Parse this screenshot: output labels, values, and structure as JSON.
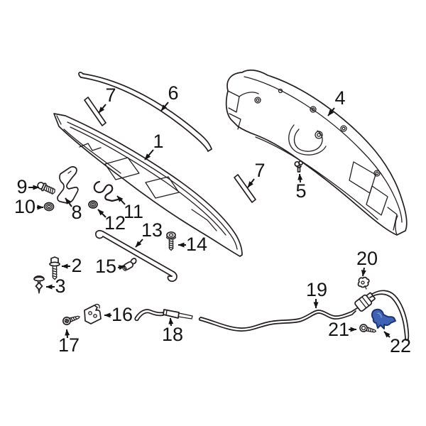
{
  "diagram": {
    "type": "exploded-parts-diagram",
    "subject": "Hood components diagram with numbered callouts",
    "background": "#ffffff",
    "line_color": "#231f20",
    "label_color": "#141414",
    "highlight_fill": "#3f62b5",
    "highlight_outline": "#1c3473",
    "highlighted_callout": "22",
    "callouts": [
      {
        "label": "1"
      },
      {
        "label": "2"
      },
      {
        "label": "3"
      },
      {
        "label": "4"
      },
      {
        "label": "5"
      },
      {
        "label": "6"
      },
      {
        "label": "7"
      },
      {
        "label": "7"
      },
      {
        "label": "8"
      },
      {
        "label": "9"
      },
      {
        "label": "10"
      },
      {
        "label": "11"
      },
      {
        "label": "12"
      },
      {
        "label": "13"
      },
      {
        "label": "14"
      },
      {
        "label": "15"
      },
      {
        "label": "16"
      },
      {
        "label": "17"
      },
      {
        "label": "18"
      },
      {
        "label": "19"
      },
      {
        "label": "20"
      },
      {
        "label": "21"
      },
      {
        "label": "22",
        "highlighted": true
      }
    ]
  }
}
